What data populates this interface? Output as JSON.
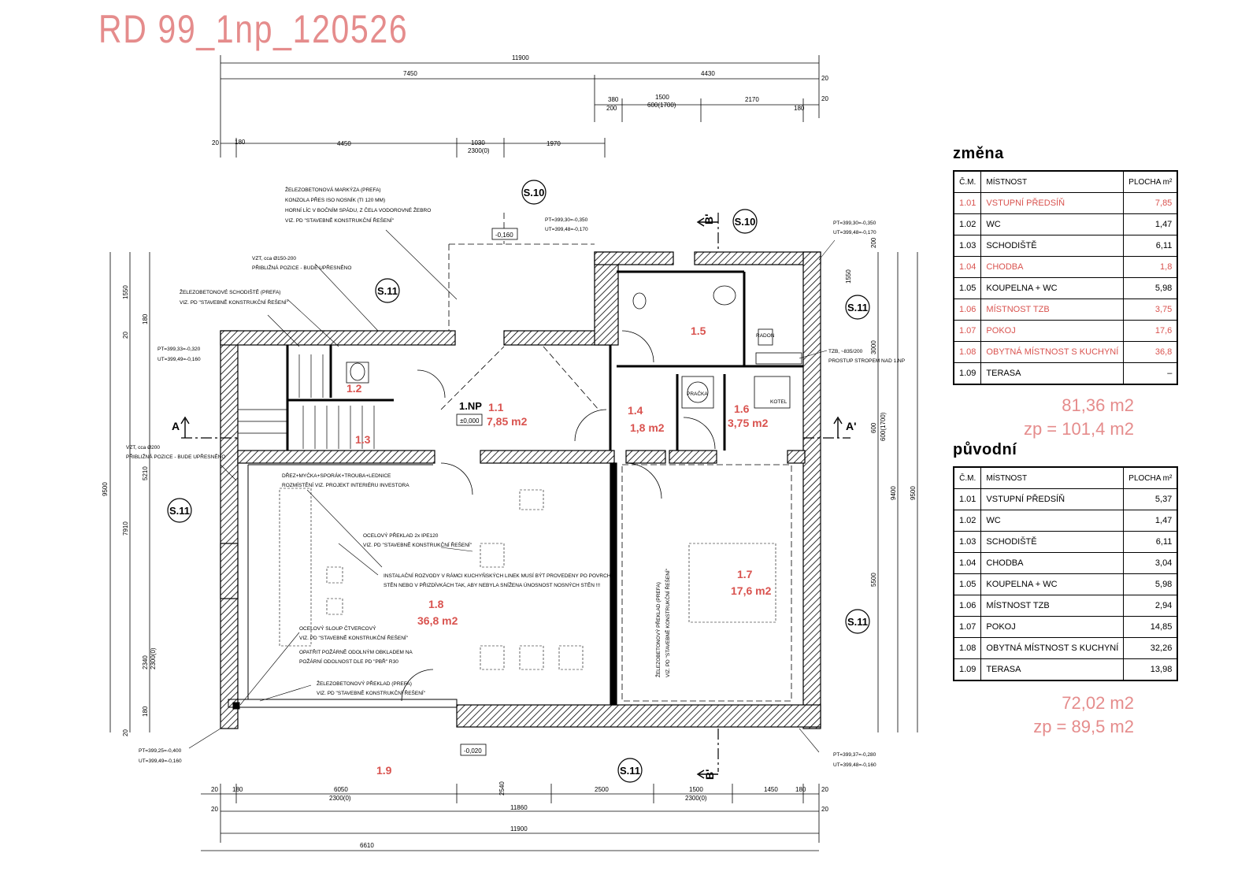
{
  "title": "RD 99_1np_120526",
  "plan": {
    "dims_top": {
      "overall": "11900",
      "left": "7450",
      "right": "4430",
      "end": "20",
      "a": "380",
      "b": "1500",
      "b2": "600(1700)",
      "c": "2170",
      "d": "200",
      "e": "180"
    },
    "dims_row3": {
      "a": "20",
      "b": "180",
      "c": "4450",
      "d": "1030",
      "d2": "2300(0)",
      "e": "1970"
    },
    "dims_bottom": {
      "a": "20",
      "b": "180",
      "c": "6050",
      "c2": "2300(0)",
      "d": "2540",
      "e": "2500",
      "f": "1500",
      "f2": "2300(0)",
      "g": "1450",
      "h": "180",
      "i": "20",
      "j": "11860",
      "k": "11900",
      "l": "6610"
    },
    "dims_left": {
      "a": "9500",
      "b": "1550",
      "c": "20",
      "d": "180",
      "e": "5210",
      "f": "7910",
      "g": "2340",
      "g2": "2300(0)",
      "h": "20",
      "i": "180"
    },
    "dims_right": {
      "a": "200",
      "b": "1550",
      "c": "3000",
      "d": "600",
      "d2": "600(1700)",
      "e": "9400",
      "f": "9500",
      "g": "5500"
    },
    "section_marks": {
      "s10a": "S.10",
      "s10b": "S.10",
      "s11a": "S.11",
      "s11b": "S.11",
      "s11c": "S.11",
      "s11d": "S.11",
      "s11e": "S.11"
    },
    "axis_marks": {
      "a_left": "A",
      "a_right": "A'",
      "b_top": "B'",
      "b_bottom": "B'"
    },
    "rooms": {
      "r11": "1.1",
      "r11a": "7,85 m2",
      "r12": "1.2",
      "r13": "1.3",
      "r14": "1.4",
      "r14a": "1,8 m2",
      "r15": "1.5",
      "r16": "1.6",
      "r16a": "3,75 m2",
      "r17": "1.7",
      "r17a": "17,6 m2",
      "r18": "1.8",
      "r18a": "36,8 m2",
      "r19": "1.9"
    },
    "level": {
      "label": "1.NP",
      "zero": "±0,000",
      "m016": "-0,160",
      "m002": "-0,020"
    },
    "notes": {
      "markyza": [
        "ŽELEZOBETONOVÁ MARKÝZA (PREFA)",
        "KONZOLA PŘES ISO NOSNÍK (TI 120 MM)",
        "HORNÍ LÍC V BOČNÍM SPÁDU, Z ČELA VODOROVNÉ ŽEBRO",
        "VIZ. PD \"STAVEBNĚ KONSTRUKČNÍ ŘEŠENÍ\""
      ],
      "vzt1": [
        "VZT, cca Ø150-200",
        "PŘIBLIŽNÁ POZICE - BUDE UPŘESNĚNO"
      ],
      "schodiste": [
        "ŽELEZOBETONOVÉ SCHODIŠTĚ (PREFA)",
        "VIZ. PD \"STAVEBNĚ KONSTRUKČNÍ ŘEŠENÍ\""
      ],
      "pt1": [
        "PT=399,33=-0,320",
        "UT=399,49=-0,160"
      ],
      "pt2": [
        "PT=399,30=-0,350",
        "UT=399,48=-0,170"
      ],
      "pt3": [
        "PT=399,30=-0,350",
        "UT=399,48=-0,170"
      ],
      "pt4": [
        "PT=399,25=-0,400",
        "UT=399,49=-0,160"
      ],
      "pt5": [
        "PT=399,37=-0,280",
        "UT=399,48=-0,160"
      ],
      "vzt2": [
        "VZT, cca Ø200",
        "PŘIBLIŽNÁ POZICE - BUDE UPŘESNĚNO"
      ],
      "drez": [
        "DŘEZ+MYČKA+SPORÁK+TROUBA+LEDNICE",
        "ROZMÍSTĚNÍ VIZ. PROJEKT INTERIÉRU INVESTORA"
      ],
      "preklad": [
        "OCELOVÝ PŘEKLAD 2x IPE120",
        "VIZ. PD \"STAVEBNĚ KONSTRUKČNÍ ŘEŠENÍ\""
      ],
      "instal": [
        "INSTALAČNÍ ROZVODY V RÁMCI KUCHYŇSKÝCH LINEK MUSÍ BÝT PROVEDENY PO POVRCHU",
        "STĚN NEBO V PŘIZDÍVKÁCH TAK, ABY NEBYLA SNÍŽENA ÚNOSNOST NOSNÝCH STĚN !!!"
      ],
      "sloup": [
        "OCELOVÝ SLOUP ČTVERCOVÝ",
        "VIZ. PD \"STAVEBNĚ KONSTRUKČNÍ ŘEŠENÍ\"",
        "OPATŘIT POŽÁRNĚ ODOLNÝM OBKLADEM NA",
        "POŽÁRNÍ ODOLNOST DLE PD \"PBŘ\" R30"
      ],
      "preklad2": [
        "ŽELEZOBETONOVÝ PŘEKLAD (PREFA)",
        "VIZ. PD \"STAVEBNĚ KONSTRUKČNÍ ŘEŠENÍ\""
      ],
      "preklad3": [
        "ŽELEZOBETONOVÝ PŘEKLAD (PREFA)",
        "VIZ. PD \"STAVEBNĚ KONSTRUKČNÍ ŘEŠENÍ\""
      ],
      "tzb": [
        "TZB, ~835/200",
        "PROSTUP STROPEM NAD 1.NP"
      ],
      "pracka": "PRAČKA",
      "kotel": "KOTEL",
      "radon": "RADON"
    }
  },
  "zmena": {
    "heading": "změna",
    "cols": [
      "Č.M.",
      "MÍSTNOST",
      "PLOCHA m²"
    ],
    "rows": [
      {
        "id": "1.01",
        "name": "VSTUPNÍ PŘEDSÍŇ",
        "area": "7,85",
        "changed": true
      },
      {
        "id": "1.02",
        "name": "WC",
        "area": "1,47",
        "changed": false
      },
      {
        "id": "1.03",
        "name": "SCHODIŠTĚ",
        "area": "6,11",
        "changed": false
      },
      {
        "id": "1.04",
        "name": "CHODBA",
        "area": "1,8",
        "changed": true
      },
      {
        "id": "1.05",
        "name": "KOUPELNA + WC",
        "area": "5,98",
        "changed": false
      },
      {
        "id": "1.06",
        "name": "MÍSTNOST TZB",
        "area": "3,75",
        "changed": true
      },
      {
        "id": "1.07",
        "name": "POKOJ",
        "area": "17,6",
        "changed": true
      },
      {
        "id": "1.08",
        "name": "OBYTNÁ MÍSTNOST S KUCHYNÍ",
        "area": "36,8",
        "changed": true
      },
      {
        "id": "1.09",
        "name": "TERASA",
        "area": "–",
        "changed": false
      }
    ],
    "total": "81,36 m2",
    "zp": "zp = 101,4 m2"
  },
  "puvodni": {
    "heading": "původní",
    "cols": [
      "Č.M.",
      "MÍSTNOST",
      "PLOCHA m²"
    ],
    "rows": [
      {
        "id": "1.01",
        "name": "VSTUPNÍ PŘEDSÍŇ",
        "area": "5,37"
      },
      {
        "id": "1.02",
        "name": "WC",
        "area": "1,47"
      },
      {
        "id": "1.03",
        "name": "SCHODIŠTĚ",
        "area": "6,11"
      },
      {
        "id": "1.04",
        "name": "CHODBA",
        "area": "3,04"
      },
      {
        "id": "1.05",
        "name": "KOUPELNA + WC",
        "area": "5,98"
      },
      {
        "id": "1.06",
        "name": "MÍSTNOST TZB",
        "area": "2,94"
      },
      {
        "id": "1.07",
        "name": "POKOJ",
        "area": "14,85"
      },
      {
        "id": "1.08",
        "name": "OBYTNÁ MÍSTNOST S KUCHYNÍ",
        "area": "32,26"
      },
      {
        "id": "1.09",
        "name": "TERASA",
        "area": "13,98"
      }
    ],
    "total": "72,02 m2",
    "zp": "zp = 89,5 m2"
  },
  "colors": {
    "accent": "#d9534f",
    "title": "#e58c8c",
    "wall": "#000000"
  }
}
